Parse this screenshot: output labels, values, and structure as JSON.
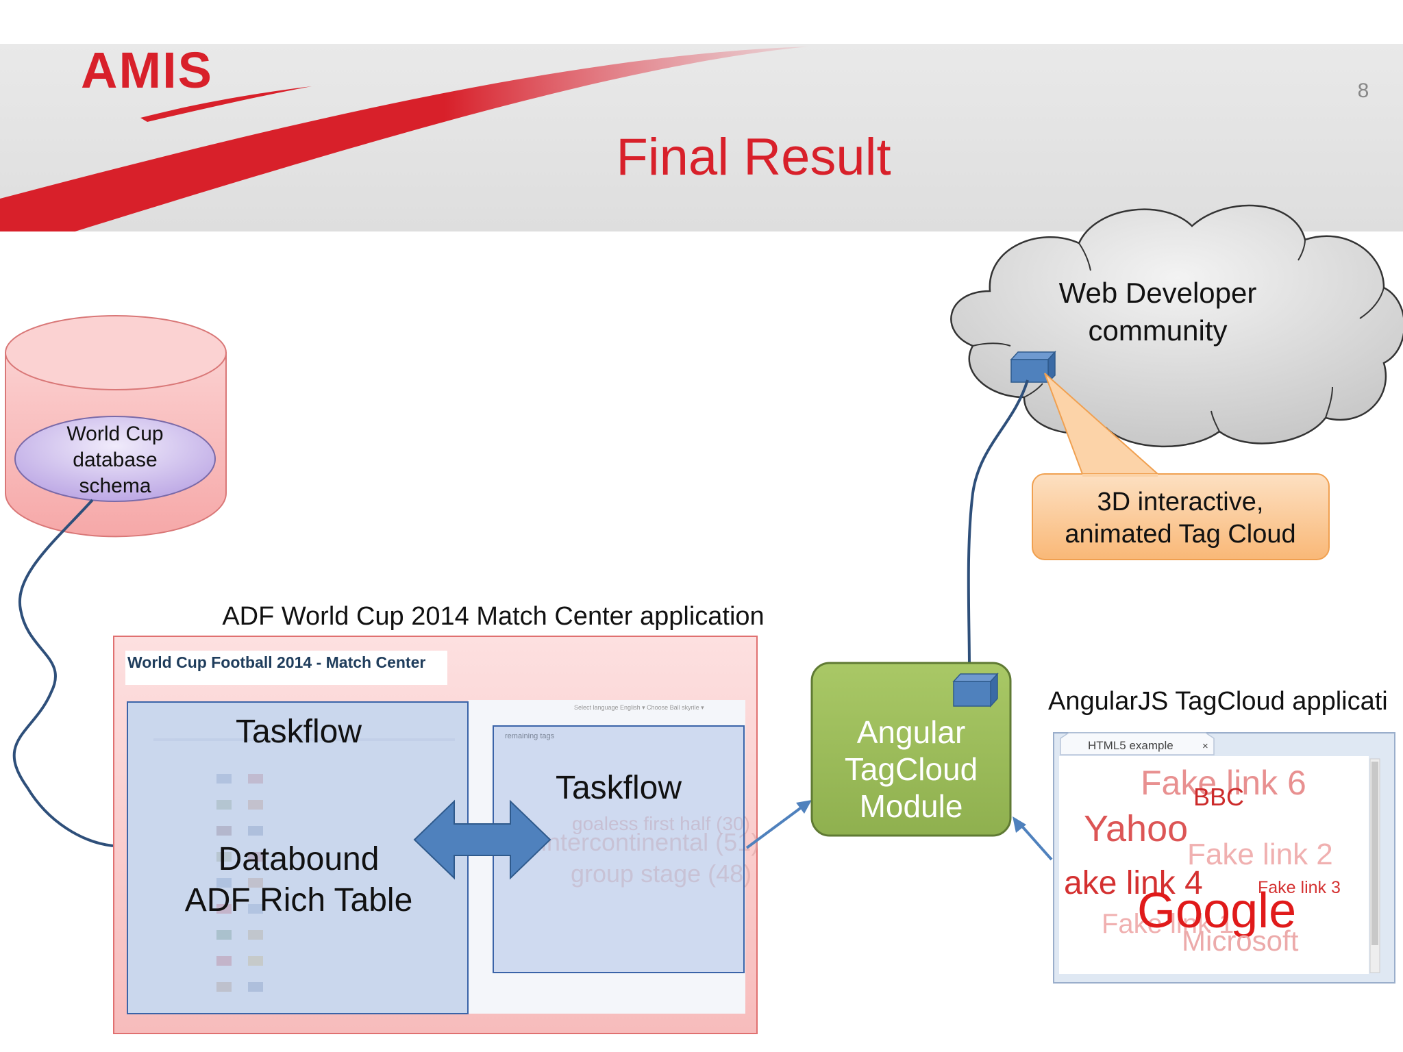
{
  "slide": {
    "logo": "AMIS",
    "page_number": "8",
    "title": "Final Result"
  },
  "database": {
    "label_lines": [
      "World Cup",
      "database",
      "schema"
    ]
  },
  "cloud": {
    "label_lines": [
      "Web Developer",
      "community"
    ]
  },
  "callout": {
    "label_lines": [
      "3D interactive,",
      "animated  Tag Cloud"
    ]
  },
  "adf_app": {
    "caption": "ADF World Cup 2014 Match Center application",
    "app_title": "World Cup Football 2014 - Match Center",
    "left_panel": {
      "heading": "Taskflow",
      "body_lines": [
        "Databound",
        "ADF Rich Table"
      ]
    },
    "right_panel": {
      "heading": "Taskflow",
      "header_text": "remaining tags",
      "tags": [
        "goaless first half (30)",
        "intercontinental (51)",
        "group stage (48)"
      ]
    }
  },
  "angular_module": {
    "label_lines": [
      "Angular",
      "TagCloud",
      "Module"
    ]
  },
  "angular_app": {
    "caption": "AngularJS TagCloud applicati",
    "browser_tab": "HTML5 example",
    "tags": [
      "Fake link 6",
      "BBC",
      "Yahoo",
      "Fake link 2",
      "ake link 4",
      "Fake link 3",
      "Google",
      "Fake link 1",
      "Microsoft"
    ]
  },
  "colors": {
    "brand_red": "#d8202a",
    "module_green": "#9bbb59",
    "arrow_blue": "#4f81bd",
    "callout_orange": "#fbc895",
    "database_pink": "#f7b3b3",
    "ellipse_purple": "#c9b8ea"
  }
}
